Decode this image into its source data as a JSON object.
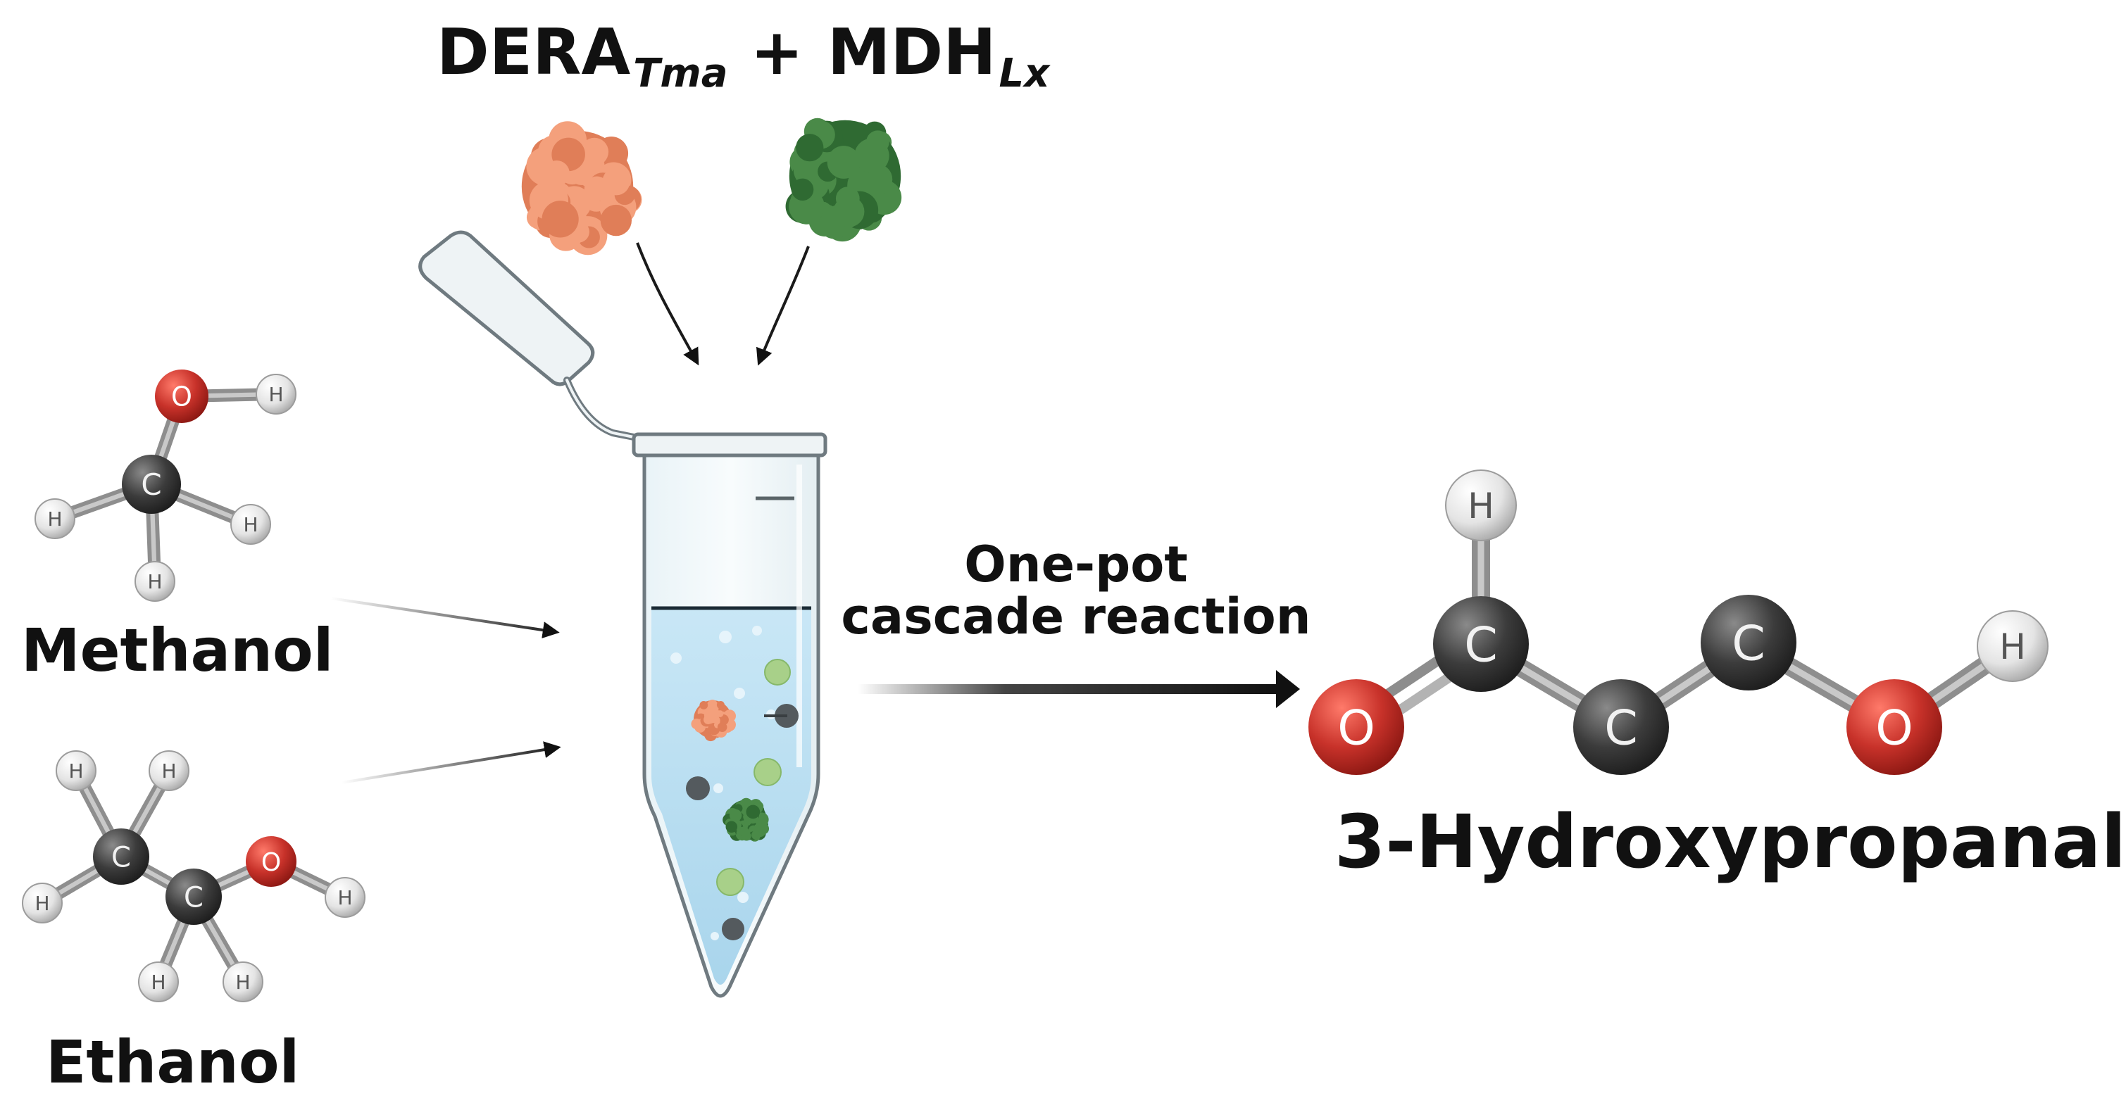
{
  "title": {
    "enzyme1": "DERA",
    "enzyme1_subscript": "Tma",
    "plus": "+",
    "enzyme2": "MDH",
    "enzyme2_subscript": "Lx"
  },
  "substrates": [
    {
      "name": "Methanol"
    },
    {
      "name": "Ethanol"
    }
  ],
  "reaction": {
    "line1": "One-pot",
    "line2": "cascade reaction"
  },
  "product": {
    "name": "3-Hydroxypropanal"
  },
  "atom_labels": {
    "carbon": "C",
    "oxygen": "O",
    "hydrogen": "H"
  },
  "colors": {
    "dera_enzyme": "#f0916a",
    "mdh_enzyme": "#3f7d3f",
    "carbon_atom": "#3c3c3c",
    "oxygen_atom": "#c8322a",
    "hydrogen_atom": "#e4e4e4",
    "liquid": "#b7dcef",
    "tube_wall": "#9aa3a8"
  }
}
